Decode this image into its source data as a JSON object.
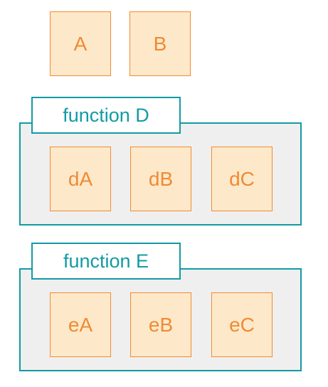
{
  "colors": {
    "box_fill": "#fde9c9",
    "box_border": "#f08a35",
    "box_text": "#f08a35",
    "group_fill": "#efefef",
    "group_border": "#129ba3",
    "tab_text": "#129ba3"
  },
  "top_boxes": [
    "A",
    "B"
  ],
  "groups": [
    {
      "title": "function D",
      "items": [
        "dA",
        "dB",
        "dC"
      ]
    },
    {
      "title": "function E",
      "items": [
        "eA",
        "eB",
        "eC"
      ]
    }
  ]
}
